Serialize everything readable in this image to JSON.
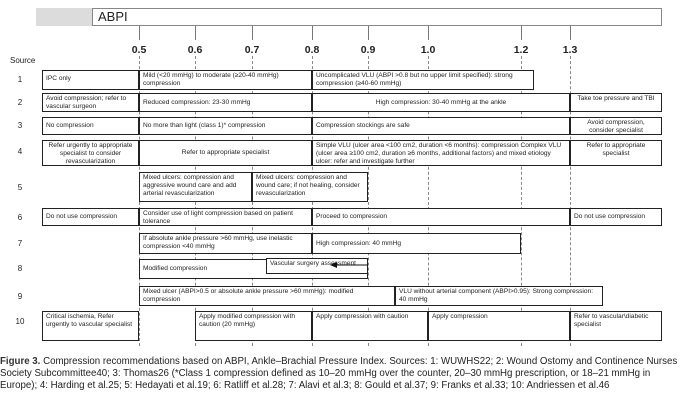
{
  "header": {
    "title": "ABPI",
    "source_label": "Source"
  },
  "ticks": [
    "0.5",
    "0.6",
    "0.7",
    "0.8",
    "0.9",
    "1.0",
    "1.2",
    "1.3"
  ],
  "rows": [
    "1",
    "2",
    "3",
    "4",
    "5",
    "6",
    "7",
    "8",
    "9",
    "10"
  ],
  "cells": {
    "r1_a": "IPC only",
    "r1_b": "Mild (<20 mmHg) to moderate (≥20-40 mmHg) compression",
    "r1_c": "Uncomplicated VLU (ABPI >0.8 but no upper limit specified): strong compression (≥40-60 mmHg)",
    "r2_a": "Avoid compression; refer to vascular surgeon",
    "r2_b": "Reduced compression: 23-30 mmHg",
    "r2_c": "High compression: 30-40 mmHg at the ankle",
    "r2_d": "Take toe pressure and TBI",
    "r3_a": "No compression",
    "r3_b": "No more than light (class 1)* compression",
    "r3_c": "Compression stockings are safe",
    "r3_d": "Avoid compression, consider specialist",
    "r4_a": "Refer urgently to appropriate specialist to consider revascularization",
    "r4_b": "Refer to appropriate specialist",
    "r4_c": "Simple VLU (ulcer area <100 cm2, duration <6 months): compression Complex VLU (ulcer area ≥100 cm2, duration ≥6 months, additional factors) and mixed etiology ulcer: refer and investigate further",
    "r4_d": "Refer to appropriate specialist",
    "r5_a": "Mixed ulcers: compression and aggressive wound care and add arterial revascularization",
    "r5_b": "Mixed ulcers: compression and wound care; if not healing, consider revascularization",
    "r6_a": "Do not use compression",
    "r6_b": "Consider use of light compression based on patient tolerance",
    "r6_c": "Proceed to compression",
    "r6_d": "Do not use compression",
    "r7_a": "If absolute ankle pressure >60 mmHg, use inelastic compression <40 mmHg",
    "r7_b": "High compression: 40 mmHg",
    "r8_a": "Modified compression",
    "r8_b": "Vascular surgery assessment",
    "r9_a": "Mixed ulcer (ABPI>0.5 or absolute ankle pressure >60 mmHg): modified compression",
    "r9_b": "VLU without arterial component (ABPI>0.95): Strong compression: 40 mmHg",
    "r10_a": "Critical ischemia, Refer urgently to vascular specialist",
    "r10_b": "Apply modified compression with caution (20 mmHg)",
    "r10_c": "Apply compression with caution",
    "r10_d": "Apply compression",
    "r10_e": "Refer to vascular\\diabetic specialist"
  },
  "caption": {
    "label": "Figure 3.",
    "text": "Compression recommendations based on ABPI, Ankle–Brachial Pressure Index. Sources: 1: WUWHS22; 2: Wound Ostomy and Continence Nurses Society Subcommittee40; 3: Thomas26 (*Class 1 compression defined as 10–20 mmHg over the counter, 20–30 mmHg prescription, or 18–21 mmHg in Europe); 4: Harding et al.25; 5: Hedayati et al.19; 6: Ratliff et al.28; 7: Alavi et al.3; 8: Gould et al.37; 9: Franks et al.33; 10: Andriessen et al.46"
  }
}
